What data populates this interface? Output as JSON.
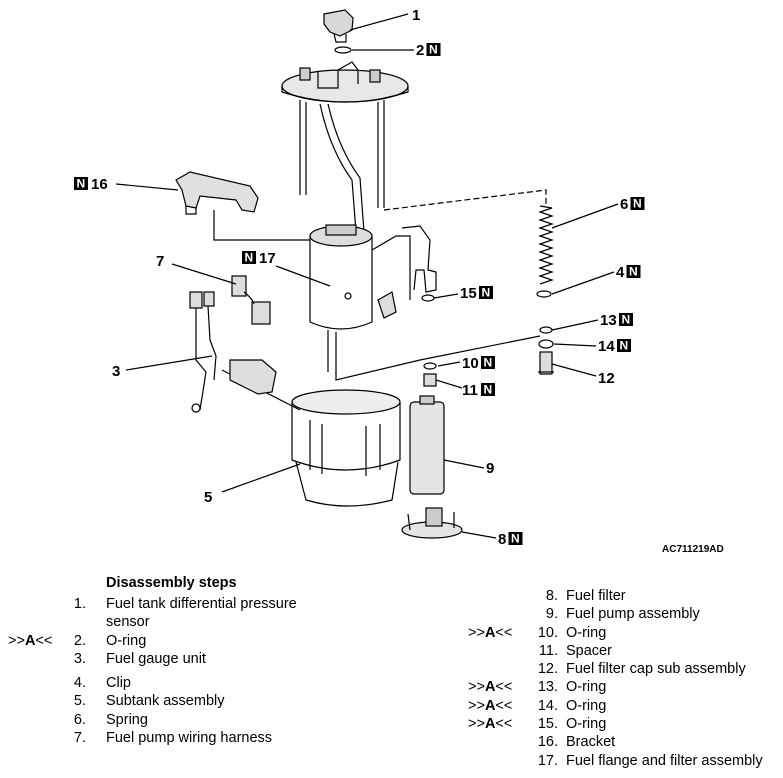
{
  "diagram": {
    "code": "AC711219AD",
    "callouts": [
      {
        "num": "1",
        "new": false
      },
      {
        "num": "2",
        "new": true
      },
      {
        "num": "3",
        "new": false
      },
      {
        "num": "4",
        "new": true
      },
      {
        "num": "5",
        "new": false
      },
      {
        "num": "6",
        "new": true
      },
      {
        "num": "7",
        "new": false
      },
      {
        "num": "8",
        "new": true
      },
      {
        "num": "9",
        "new": false
      },
      {
        "num": "10",
        "new": true
      },
      {
        "num": "11",
        "new": true
      },
      {
        "num": "12",
        "new": false
      },
      {
        "num": "13",
        "new": true
      },
      {
        "num": "14",
        "new": true
      },
      {
        "num": "15",
        "new": true
      },
      {
        "num": "16",
        "new": true
      },
      {
        "num": "17",
        "new": true
      }
    ],
    "new_part_mark": "N"
  },
  "steps": {
    "heading": "Disassembly steps",
    "marker_prefix": ">>",
    "marker_letter": "A",
    "marker_suffix": "<<",
    "left": [
      {
        "num": "1.",
        "text": "Fuel tank differential pressure",
        "text2": "sensor",
        "marker": ""
      },
      {
        "num": "2.",
        "text": "O-ring",
        "marker": ">>A<<"
      },
      {
        "num": "3.",
        "text": "Fuel gauge unit",
        "marker": ""
      },
      {
        "num": "4.",
        "text": "Clip",
        "marker": ""
      },
      {
        "num": "5.",
        "text": "Subtank assembly",
        "marker": ""
      },
      {
        "num": "6.",
        "text": "Spring",
        "marker": ""
      },
      {
        "num": "7.",
        "text": "Fuel pump wiring harness",
        "marker": ""
      }
    ],
    "right": [
      {
        "num": "8.",
        "text": "Fuel filter",
        "marker": ""
      },
      {
        "num": "9.",
        "text": "Fuel pump assembly",
        "marker": ""
      },
      {
        "num": "10.",
        "text": "O-ring",
        "marker": ">>A<<"
      },
      {
        "num": "11.",
        "text": "Spacer",
        "marker": ""
      },
      {
        "num": "12.",
        "text": "Fuel filter cap sub assembly",
        "marker": ""
      },
      {
        "num": "13.",
        "text": "O-ring",
        "marker": ">>A<<"
      },
      {
        "num": "14.",
        "text": "O-ring",
        "marker": ">>A<<"
      },
      {
        "num": "15.",
        "text": "O-ring",
        "marker": ">>A<<"
      },
      {
        "num": "16.",
        "text": "Bracket",
        "marker": ""
      },
      {
        "num": "17.",
        "text": "Fuel flange and filter assembly",
        "marker": ""
      }
    ]
  }
}
